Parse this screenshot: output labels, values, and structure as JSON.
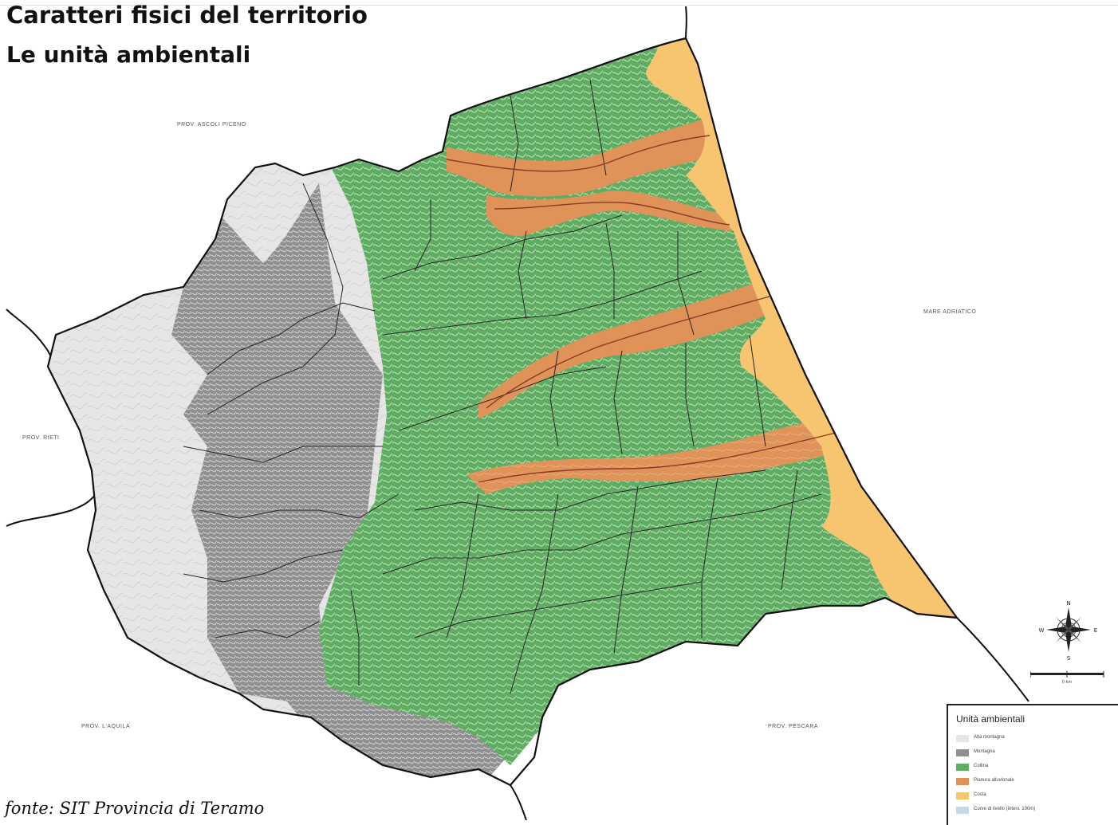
{
  "header": {
    "title": "Caratteri fisici del territorio",
    "subtitle": "Le unità ambientali"
  },
  "source": "fonte: SIT Provincia di Teramo",
  "map": {
    "regions": {
      "ascoli": "PROV. ASCOLI PICENO",
      "rieti": "PROV. RIETI",
      "laquila": "PROV. L'AQUILA",
      "pescara": "PROV. PESCARA",
      "sea": "MARE ADRIATICO"
    },
    "land_units": {
      "alta_montagna": "#e6e6e6",
      "montagna": "#8f8f8f",
      "collina": "#5fad62",
      "pianura_alluvionale": "#df9358",
      "costa": "#f7c56f"
    }
  },
  "compass": {
    "n": "N",
    "s": "S",
    "e": "E",
    "w": "W"
  },
  "scale": {
    "label": "0 km"
  },
  "legend": {
    "title": "Unità ambientali",
    "items": [
      {
        "label": "Alta montagna",
        "color": "#e6e6e6"
      },
      {
        "label": "Montagna",
        "color": "#8f8f8f"
      },
      {
        "label": "Collina",
        "color": "#5fad62"
      },
      {
        "label": "Pianura alluvionale",
        "color": "#df9358"
      },
      {
        "label": "Costa",
        "color": "#f7c56f"
      },
      {
        "label": "Curve di livello (interv. 100m)",
        "color": "#c9d8e8"
      }
    ]
  }
}
